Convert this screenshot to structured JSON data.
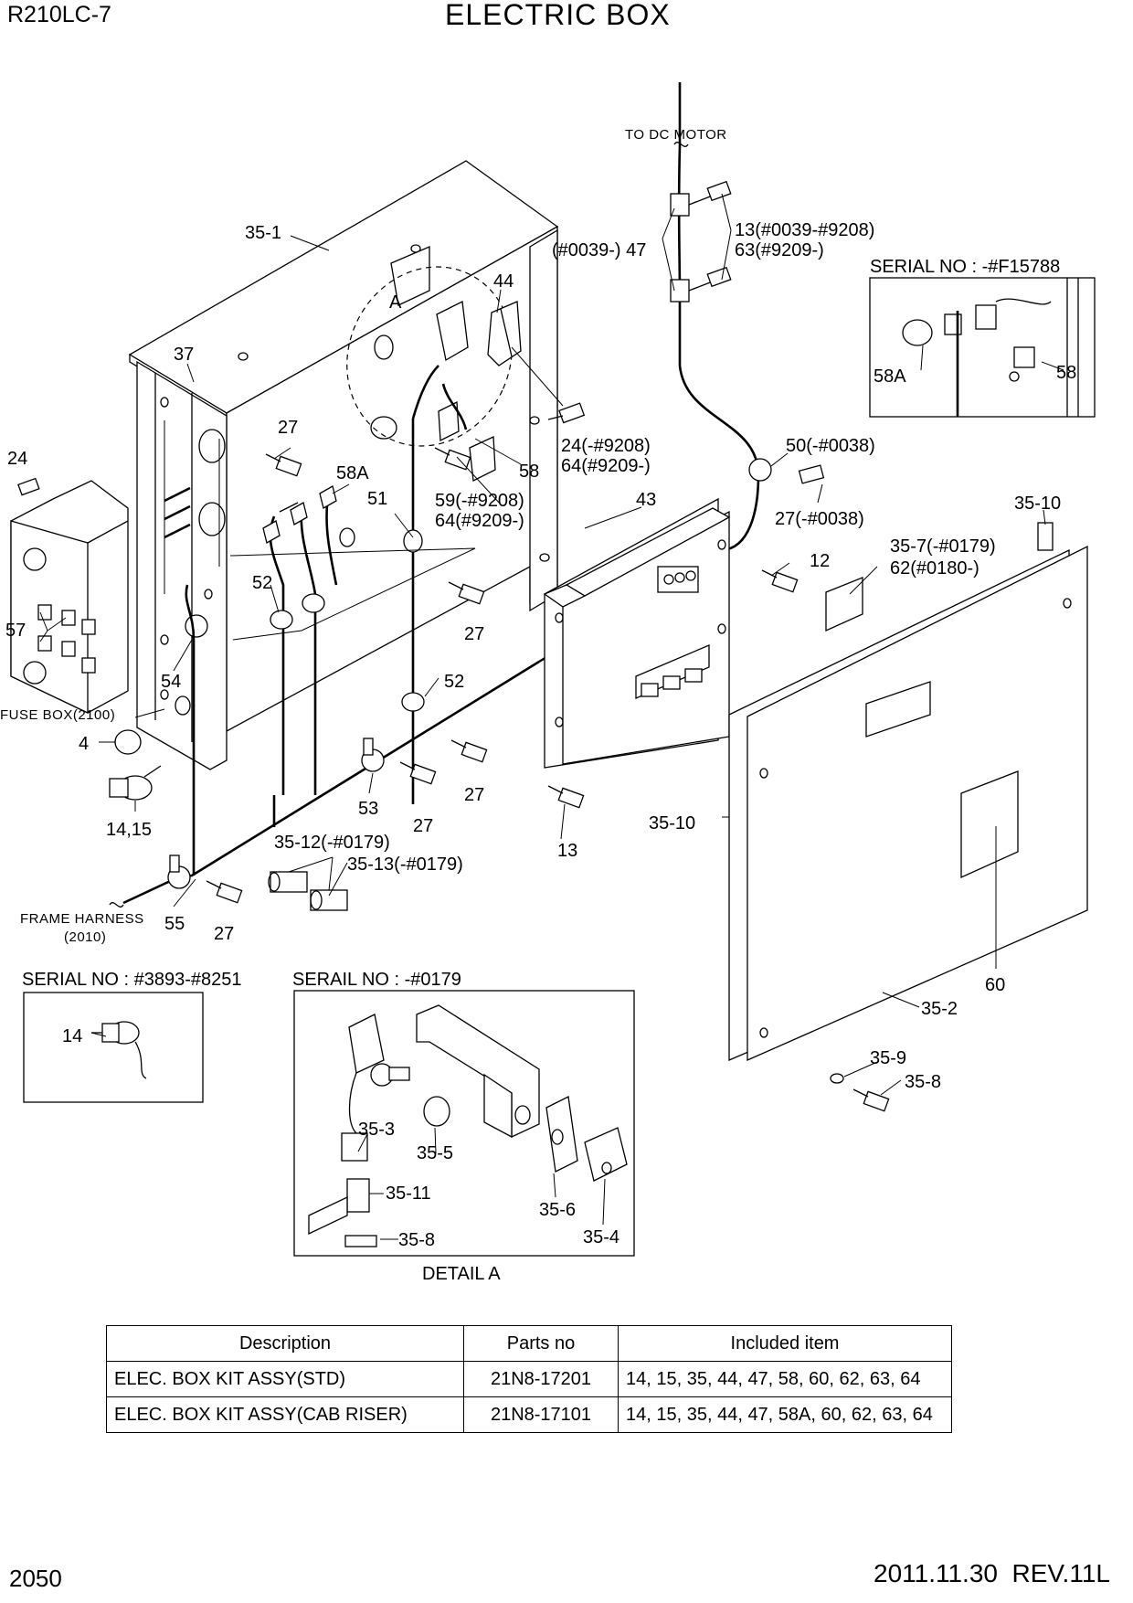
{
  "header": {
    "model": "R210LC-7",
    "title": "ELECTRIC BOX"
  },
  "footer": {
    "page_number": "2050",
    "revision": "2011.11.30  REV.11L"
  },
  "callouts": {
    "to_dc_motor": "TO DC MOTOR",
    "c13_63_a": "13(#0039-#9208)",
    "c13_63_b": "63(#9209-)",
    "c47": "(#0039-) 47",
    "c35_1": "35-1",
    "cA": "A",
    "c44": "44",
    "c37": "37",
    "c24_64_a": "24(-#9208)",
    "c24_64_b": "64(#9209-)",
    "c27": "27",
    "c58A": "58A",
    "c58": "58",
    "c24": "24",
    "c50": "50(-#0038)",
    "c59_64_a": "59(-#9208)",
    "c59_64_b": "64(#9209-)",
    "c51": "51",
    "c43": "43",
    "c27_0038": "27(-#0038)",
    "c35_10": "35-10",
    "c12": "12",
    "c35_7": "35-7(-#0179)",
    "c62": "62(#0180-)",
    "c52": "52",
    "c57": "57",
    "c54": "54",
    "c4": "4",
    "fuse_box": "FUSE BOX(2100)",
    "c14_15": "14,15",
    "c53": "53",
    "c13": "13",
    "c35_12": "35-12(-#0179)",
    "c35_13": "35-13(-#0179)",
    "frame_harness": "FRAME HARNESS",
    "frame_harness_code": "(2010)",
    "c55": "55",
    "c60": "60",
    "c35_2": "35-2",
    "c35_9": "35-9",
    "c35_8": "35-8"
  },
  "inset_f15788": {
    "title": "SERIAL NO : -#F15788",
    "c58A": "58A",
    "c58": "58"
  },
  "inset_3893": {
    "title": "SERIAL NO : #3893-#8251",
    "c14": "14"
  },
  "inset_detail_a": {
    "title": "SERAIL NO : -#0179",
    "caption": "DETAIL A",
    "c35_3": "35-3",
    "c35_5": "35-5",
    "c35_11": "35-11",
    "c35_8": "35-8",
    "c35_6": "35-6",
    "c35_4": "35-4"
  },
  "parts_table": {
    "headers": [
      "Description",
      "Parts no",
      "Included item"
    ],
    "rows": [
      [
        "ELEC. BOX KIT ASSY(STD)",
        "21N8-17201",
        "14, 15, 35, 44, 47, 58, 60, 62, 63, 64"
      ],
      [
        "ELEC. BOX KIT ASSY(CAB RISER)",
        "21N8-17101",
        "14, 15, 35, 44, 47, 58A, 60, 62, 63, 64"
      ]
    ]
  }
}
